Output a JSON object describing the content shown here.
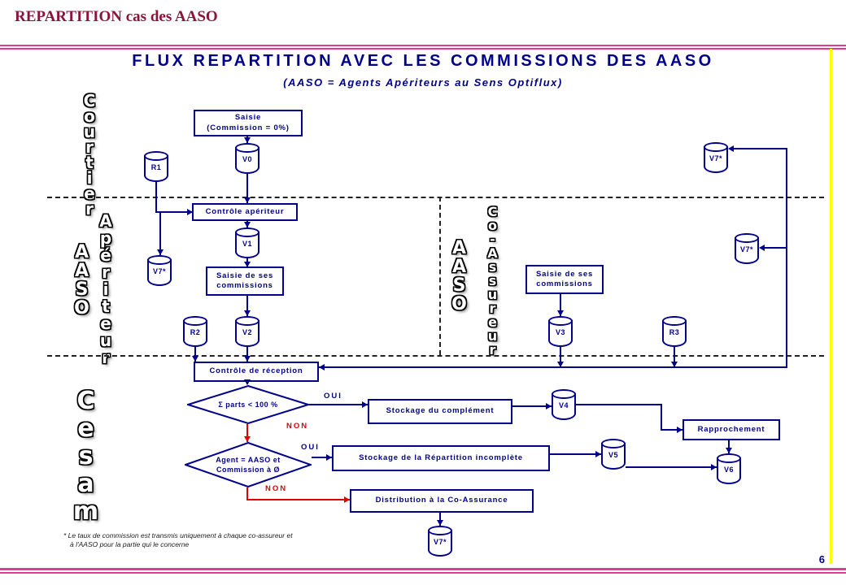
{
  "page": {
    "header": "REPARTITION cas des AASO",
    "page_number": "6",
    "footnote_line1": "* Le taux de commission est transmis uniquement à chaque co-assureur et",
    "footnote_line2": "à l'AASO pour la partie qui le concerne"
  },
  "diagram": {
    "title": "FLUX REPARTITION AVEC LES COMMISSIONS DES AASO",
    "subtitle": "(AASO = Agents Apériteurs au Sens Optiflux)",
    "lanes": {
      "courtier": "Courtier",
      "aperiteur_word1": "AASO",
      "aperiteur_word2": "Apériteur",
      "coassureur_word1": "AASO",
      "coassureur_word2": "Co-Assureur",
      "cesam": "Cesam"
    },
    "boxes": {
      "saisie0_line1": "Saisie",
      "saisie0_line2": "(Commission = 0%)",
      "controle_aperiteur": "Contrôle apériteur",
      "saisie_left_line1": "Saisie de ses",
      "saisie_left_line2": "commissions",
      "saisie_right_line1": "Saisie de ses",
      "saisie_right_line2": "commissions",
      "controle_reception": "Contrôle de réception",
      "stockage_complement": "Stockage du complément",
      "stockage_repartition": "Stockage de la Répartition incomplète",
      "distribution": "Distribution à la Co-Assurance",
      "rapprochement": "Rapprochement"
    },
    "decisions": {
      "d1": "Σ parts < 100 %",
      "d2_line1": "Agent = AASO et",
      "d2_line2": "Commission à Ø"
    },
    "stores": {
      "v0": "V0",
      "r1": "R1",
      "v1": "V1",
      "r2": "R2",
      "v2": "V2",
      "v3": "V3",
      "r3": "R3",
      "v4": "V4",
      "v5": "V5",
      "v6": "V6",
      "v7_top": "V7*",
      "v7_left": "V7*",
      "v7_right": "V7*",
      "v7_bottom": "V7*"
    },
    "edge_labels": {
      "oui1": "OUI",
      "non1": "NON",
      "oui2": "OUI",
      "non2": "NON"
    },
    "colors": {
      "navy": "#00008B",
      "red": "#E00000",
      "pink": "#E23A8C",
      "maroon": "#8B1538",
      "yellow": "#FFFF00"
    }
  }
}
